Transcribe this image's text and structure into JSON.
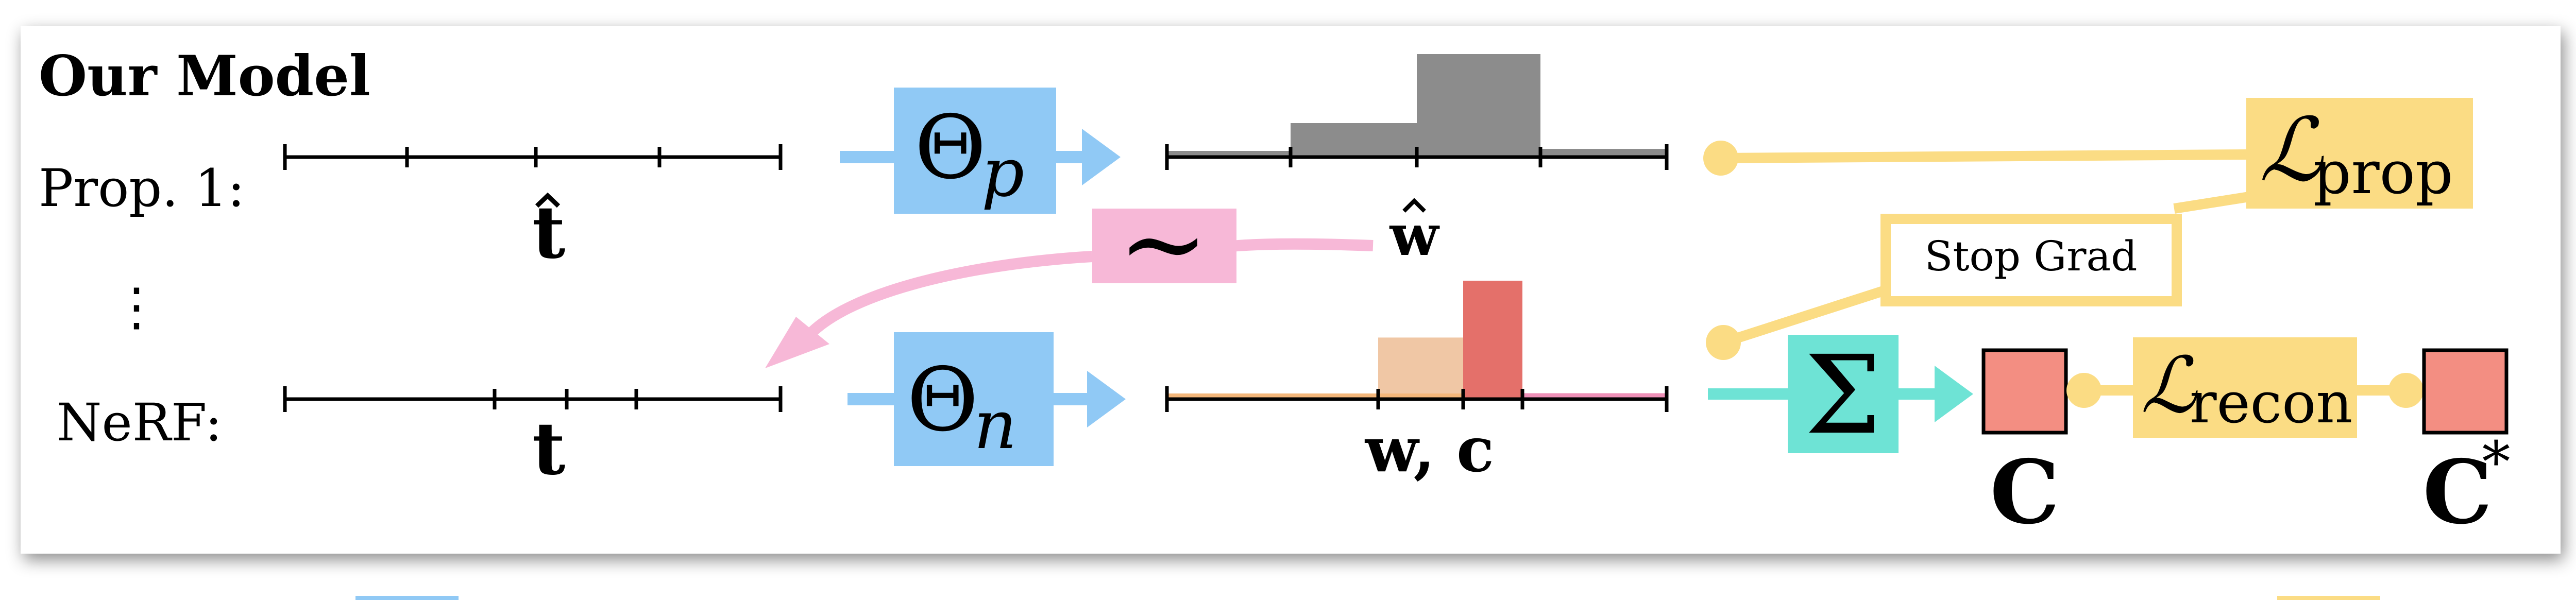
{
  "panel": {
    "title": "Our Model"
  },
  "rows": {
    "proposal_label": "Prop. 1:",
    "vdots": "⋮",
    "nerf_label": "NeRF:"
  },
  "symbols": {
    "t_hat": "t",
    "t": "t",
    "w_hat": "w",
    "w_c": "w, c",
    "theta": "Θ",
    "theta_p_sub": "p",
    "theta_n_sub": "n",
    "sample_op": "∼",
    "sum_op": "Σ",
    "color_pred": "C",
    "color_gt": "C",
    "color_gt_sup": "*",
    "loss_script": "ℒ",
    "loss_prop_sub": "prop",
    "loss_recon_sub": "recon"
  },
  "stop_grad_label": "Stop Grad",
  "histograms": {
    "proposal_weights": [
      0.06,
      0.33,
      1.0,
      0.08
    ],
    "nerf_weights": [
      0.0,
      0.0,
      0.0,
      0.0,
      0.0,
      0.0,
      0.0,
      0.02,
      0.52,
      1.0,
      0.05,
      0.05
    ]
  },
  "colors": {
    "blue": "#90C9F5",
    "yellow": "#FBDC84",
    "pink": "#F7B8D7",
    "teal": "#6EE3D5",
    "salmon": "#F38E82",
    "gray_bar": "#8C8C8C",
    "peach_bar": "#F0C7A5",
    "red_bar": "#E4706A",
    "orange_line": "#F3B67A",
    "pink_line": "#EE90B7"
  }
}
